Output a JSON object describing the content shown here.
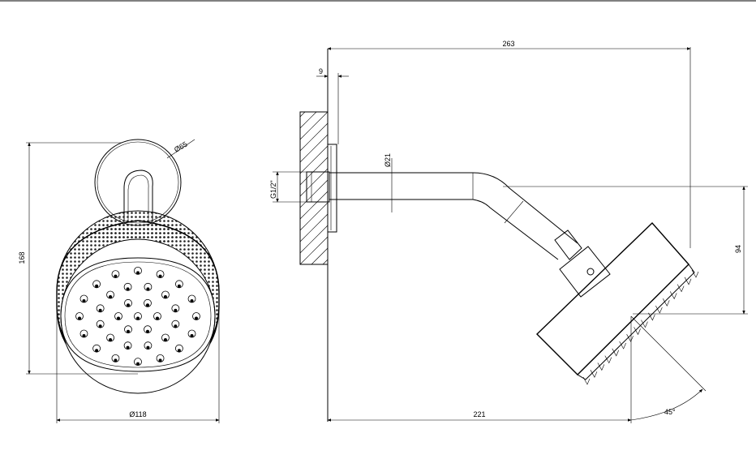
{
  "dimensions": {
    "overall_length": "263",
    "wall_plate_thickness": "9",
    "arm_diameter": "Ø21",
    "thread": "G1/2\"",
    "drop": "94",
    "horizontal_reach": "221",
    "head_angle": "45°",
    "height": "168",
    "head_diameter": "Ø118",
    "flange_diameter": "Ø65"
  },
  "colors": {
    "line": "#000000",
    "background": "#ffffff"
  }
}
